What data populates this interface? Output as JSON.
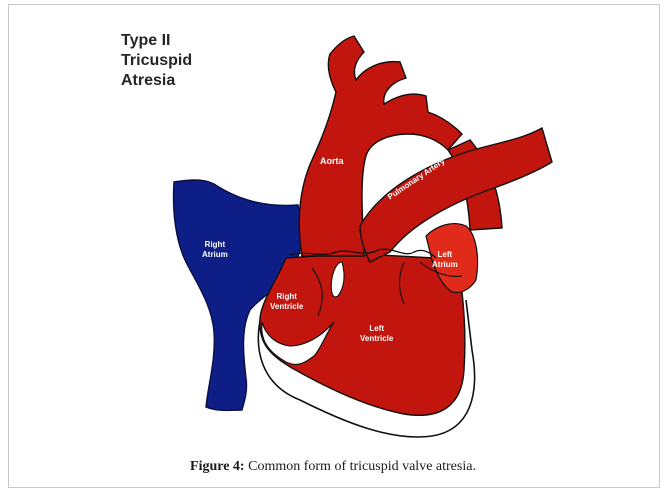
{
  "title_lines": [
    "Type II",
    "Tricuspid",
    "Atresia"
  ],
  "labels": {
    "aorta": "Aorta",
    "pulmonary_artery": "Pulmonary Artery",
    "right_atrium": [
      "Right",
      "Atrium"
    ],
    "left_atrium": [
      "Left",
      "Atrium"
    ],
    "right_ventricle": [
      "Right",
      "Ventricle"
    ],
    "left_ventricle": [
      "Left",
      "Ventricle"
    ]
  },
  "caption": {
    "prefix": "Figure 4:",
    "text": " Common form of tricuspid valve atresia."
  },
  "colors": {
    "heart_red": "#c1150e",
    "left_atrium_red": "#e02a1a",
    "right_atrium_blue": "#0d1f87",
    "outline": "#111111"
  }
}
